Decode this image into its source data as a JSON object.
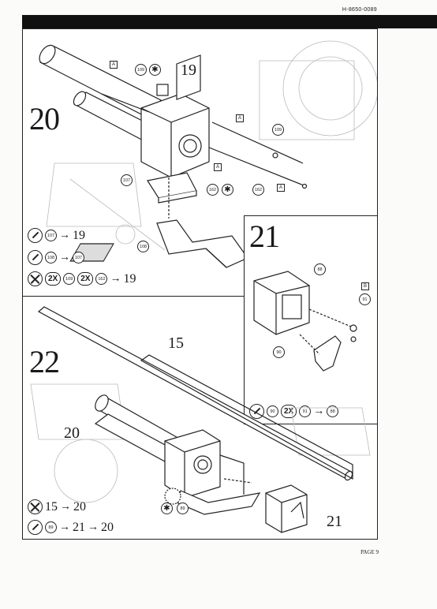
{
  "header": {
    "code": "H-8650-0089"
  },
  "footer": {
    "page": "PAGE 9"
  },
  "step20": {
    "number": "20",
    "callout_19": "19",
    "parts": [
      "109",
      "109",
      "162",
      "162",
      "107",
      "108"
    ],
    "refs": [
      "A",
      "A",
      "A",
      "A"
    ],
    "glue_rows": [
      {
        "a": "107",
        "b": "19"
      },
      {
        "a": "108",
        "b": "107"
      }
    ],
    "nog_row": {
      "m1": "2X",
      "p1": "109",
      "m2": "2X",
      "p2": "162",
      "target": "19"
    }
  },
  "step21": {
    "number": "21",
    "parts": [
      "88",
      "90",
      "91"
    ],
    "ref": "B",
    "row": {
      "a": "90",
      "mult": "2X",
      "b": "91",
      "target": "88"
    }
  },
  "step22": {
    "number": "22",
    "callout_15": "15",
    "callout_20": "20",
    "callout_21": "21",
    "part_89": "89",
    "row1": {
      "a": "15",
      "b": "20"
    },
    "row2": {
      "a": "89",
      "b": "21",
      "c": "20"
    }
  }
}
